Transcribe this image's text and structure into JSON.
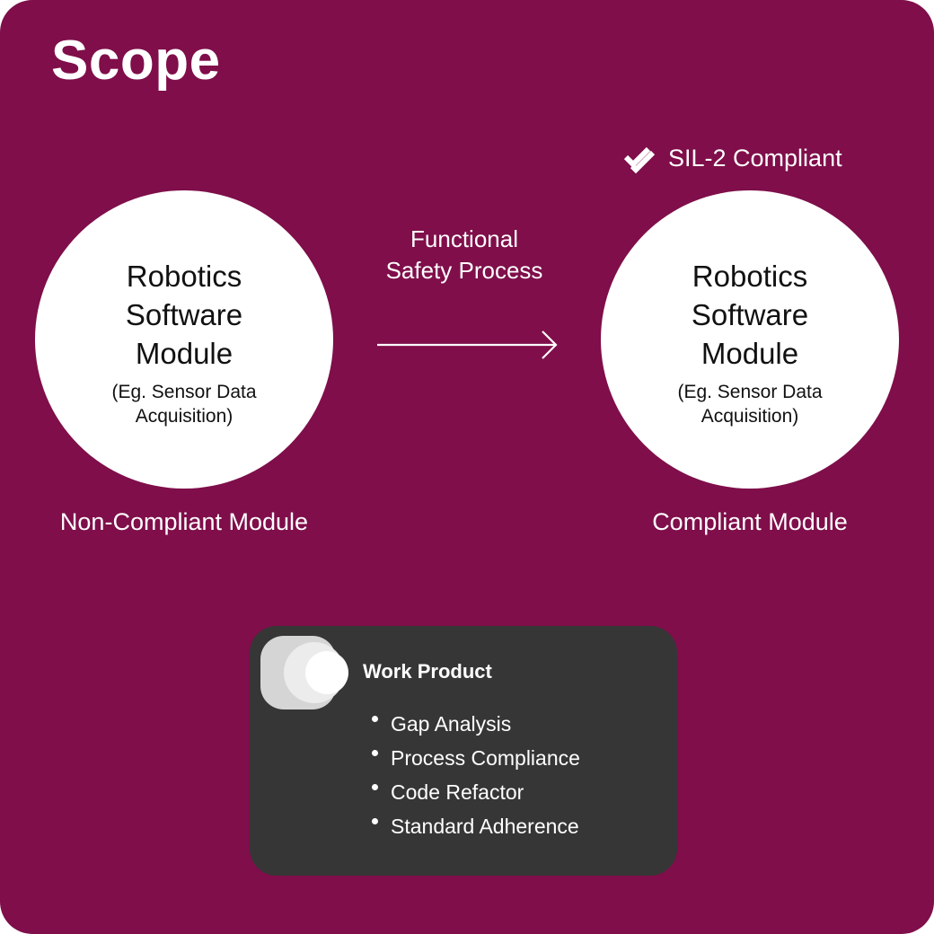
{
  "colors": {
    "background": "#7f0e4a",
    "circle": "#ffffff",
    "work_box": "#363636",
    "text_light": "#ffffff",
    "text_dark": "#111111"
  },
  "header": {
    "title": "Scope"
  },
  "badge": {
    "icon": "double-check-icon",
    "label": "SIL-2 Compliant"
  },
  "left_module": {
    "title": "Robotics Software Module",
    "subtitle": "(Eg. Sensor Data Acquisition)",
    "status_label": "Non-Compliant Module"
  },
  "process": {
    "label": "Functional Safety Process",
    "arrow": "right-arrow-icon"
  },
  "right_module": {
    "title": "Robotics Software Module",
    "subtitle": "(Eg. Sensor Data Acquisition)",
    "status_label": "Compliant Module"
  },
  "work_product": {
    "icon": "stacked-circles-icon",
    "title": "Work Product",
    "items": [
      "Gap Analysis",
      "Process Compliance",
      "Code Refactor",
      "Standard Adherence"
    ]
  }
}
